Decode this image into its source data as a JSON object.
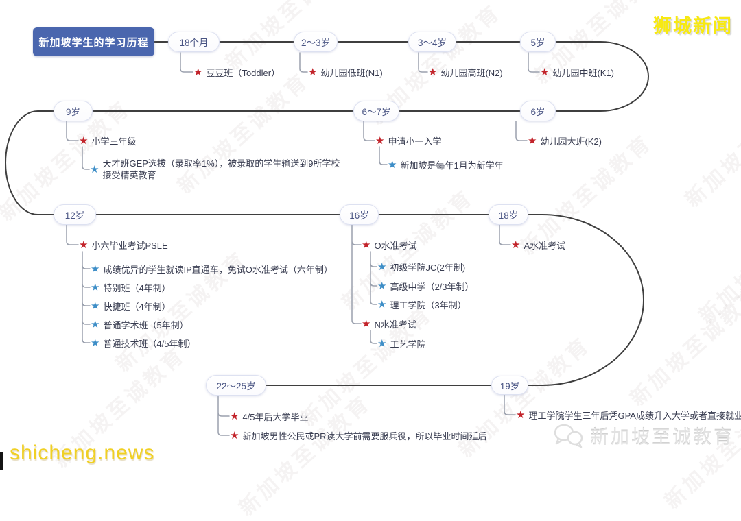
{
  "header": {
    "title": "新加坡学生的学习历程",
    "news_badge": "狮城新闻"
  },
  "footer": {
    "site": "shicheng.news",
    "logo_text": "新加坡至诚教育"
  },
  "watermark": {
    "text": "新加坡至诚教育"
  },
  "icons": {
    "star": "★"
  },
  "colors": {
    "title_bg": "#4a66ae",
    "red_star": "#c2232a",
    "blue_star": "#3e8ec7",
    "path_line": "#3f3f3f",
    "branch_line": "#9ba1ae",
    "node_text": "#4a5584",
    "badge_yellow": "#f7e913"
  },
  "ages": {
    "a18m": "18个月",
    "a2_3": "2～3岁",
    "a3_4": "3～4岁",
    "a5": "5岁",
    "a9": "9岁",
    "a6_7": "6～7岁",
    "a6": "6岁",
    "a12": "12岁",
    "a16": "16岁",
    "a18": "18岁",
    "a22_25": "22～25岁",
    "a19": "19岁"
  },
  "leaves": {
    "toddler": "豆豆班（Toddler）",
    "n1": "幼儿园低班(N1)",
    "n2": "幼儿园高班(N2)",
    "k1": "幼儿园中班(K1)",
    "k2": "幼儿园大班(K2)",
    "p1_apply": "申请小一入学",
    "new_year": "新加坡是每年1月为新学年",
    "p3": "小学三年级",
    "gep": "天才班GEP选拔（录取率1%），被录取的学生输送到9所学校\n接受精英教育",
    "psle": "小六毕业考试PSLE",
    "ip": "成绩优异的学生就读IP直通车，免试O水准考试（六年制）",
    "special": "特别班（4年制）",
    "express": "快捷班（4年制）",
    "na": "普通学术班（5年制）",
    "nt": "普通技术班（4/5年制）",
    "olevel": "O水准考试",
    "jc": "初级学院JC(2年制)",
    "mi": "高级中学（2/3年制）",
    "poly3": "理工学院（3年制）",
    "nlevel": "N水准考试",
    "ite": "工艺学院",
    "alevel": "A水准考试",
    "poly_grad": "理工学院学生三年后凭GPA成绩升入大学或者直接就业",
    "uni_grad": "4/5年后大学毕业",
    "ns": "新加坡男性公民或PR读大学前需要服兵役，所以毕业时间延后"
  }
}
